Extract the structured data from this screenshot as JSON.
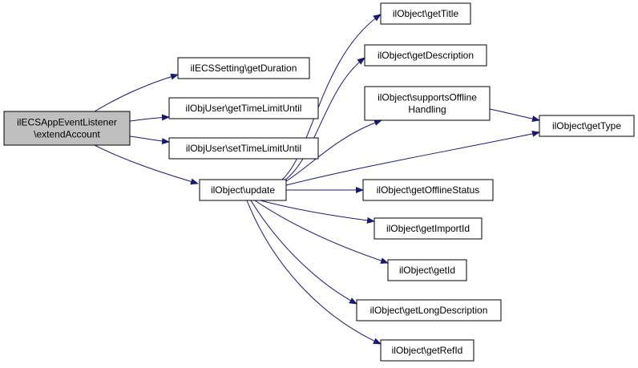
{
  "colors": {
    "node_fill": "#ffffff",
    "root_fill": "#bfbfbf",
    "border": "#000000",
    "edge": "#191970"
  },
  "nodes": {
    "root": {
      "lines": [
        "ilECSAppEventListener",
        "\\extendAccount"
      ]
    },
    "get_duration": {
      "lines": [
        "ilECSSetting\\getDuration"
      ]
    },
    "get_time_limit": {
      "lines": [
        "ilObjUser\\getTimeLimitUntil"
      ]
    },
    "set_time_limit": {
      "lines": [
        "ilObjUser\\setTimeLimitUntil"
      ]
    },
    "update": {
      "lines": [
        "ilObject\\update"
      ]
    },
    "get_title": {
      "lines": [
        "ilObject\\getTitle"
      ]
    },
    "get_description": {
      "lines": [
        "ilObject\\getDescription"
      ]
    },
    "supports_offline": {
      "lines": [
        "ilObject\\supportsOffline",
        "Handling"
      ]
    },
    "get_type": {
      "lines": [
        "ilObject\\getType"
      ]
    },
    "get_offline": {
      "lines": [
        "ilObject\\getOfflineStatus"
      ]
    },
    "get_import_id": {
      "lines": [
        "ilObject\\getImportId"
      ]
    },
    "get_id": {
      "lines": [
        "ilObject\\getId"
      ]
    },
    "get_long_desc": {
      "lines": [
        "ilObject\\getLongDescription"
      ]
    },
    "get_ref_id": {
      "lines": [
        "ilObject\\getRefId"
      ]
    }
  },
  "edges": [
    [
      "root",
      "get_duration"
    ],
    [
      "root",
      "get_time_limit"
    ],
    [
      "root",
      "set_time_limit"
    ],
    [
      "root",
      "update"
    ],
    [
      "update",
      "get_title"
    ],
    [
      "update",
      "get_description"
    ],
    [
      "update",
      "supports_offline"
    ],
    [
      "update",
      "get_type"
    ],
    [
      "update",
      "get_offline"
    ],
    [
      "update",
      "get_import_id"
    ],
    [
      "update",
      "get_id"
    ],
    [
      "update",
      "get_long_desc"
    ],
    [
      "update",
      "get_ref_id"
    ],
    [
      "supports_offline",
      "get_type"
    ]
  ]
}
